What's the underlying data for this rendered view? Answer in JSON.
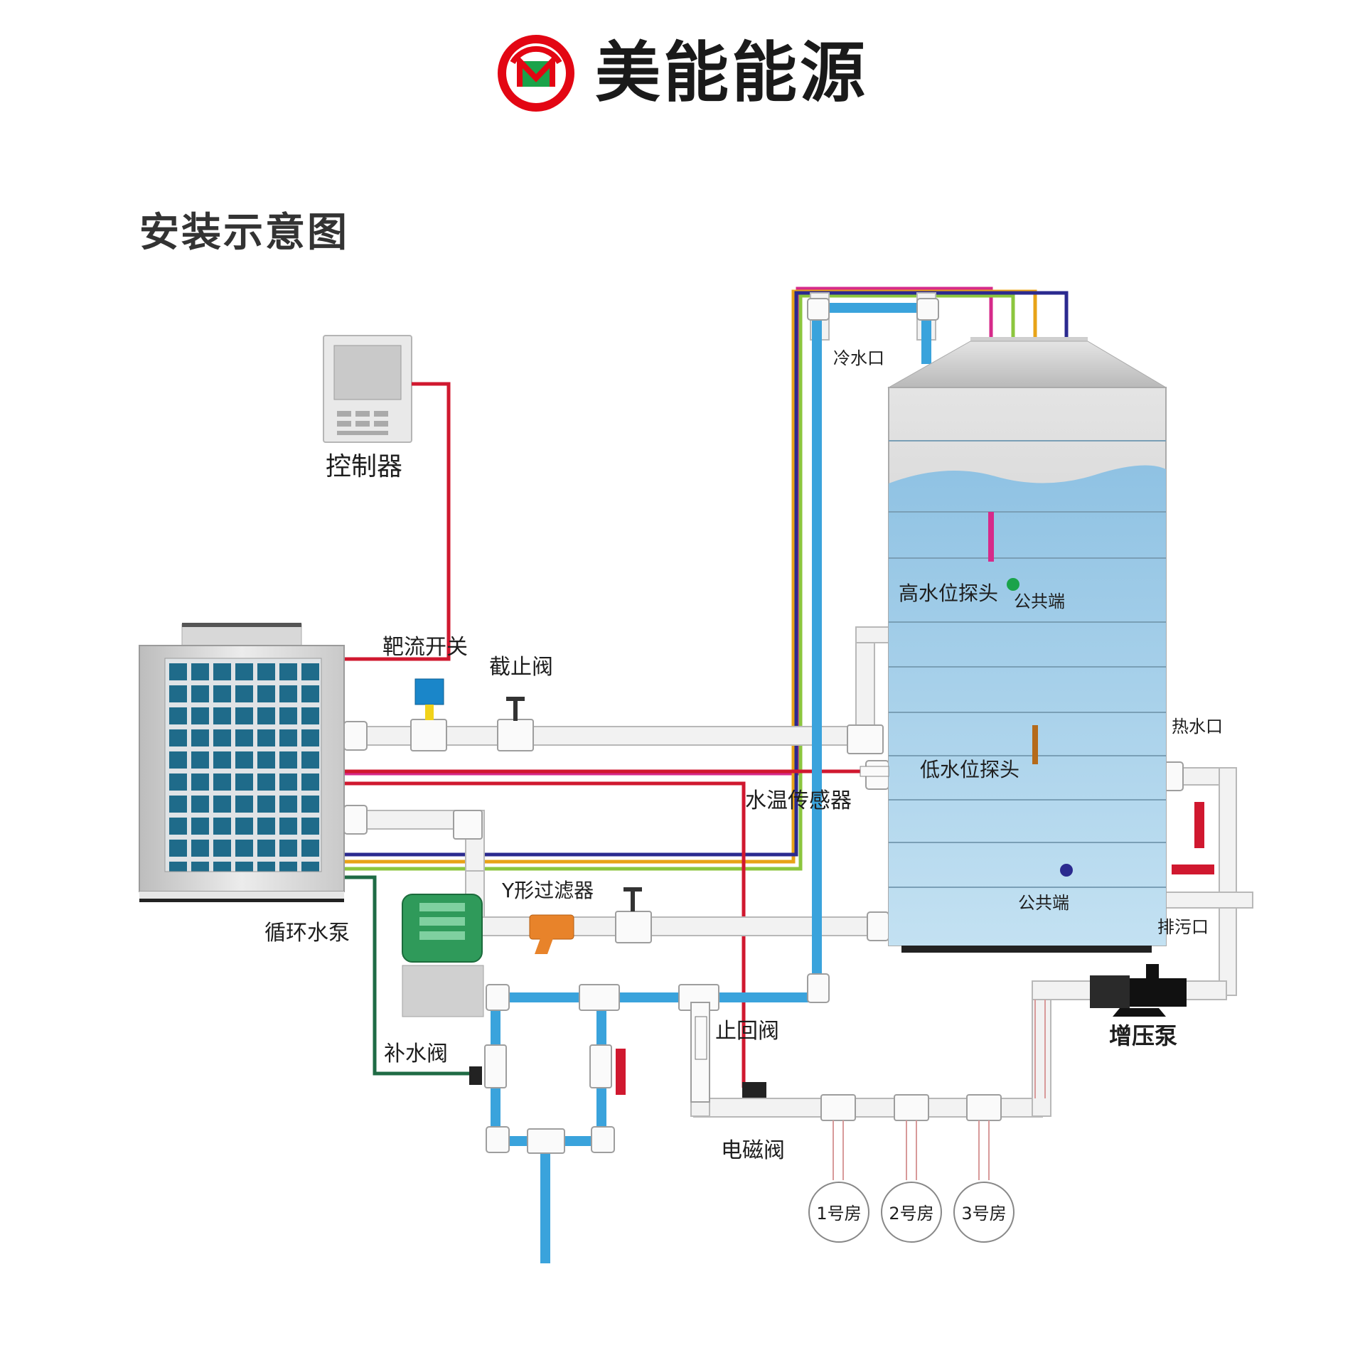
{
  "brand": {
    "name": "美能能源",
    "logo_letter": "M"
  },
  "title": "安装示意图",
  "labels": {
    "controller": "控制器",
    "flow_switch": "靶流开关",
    "stop_valve": "截止阀",
    "cold_water_inlet": "冷水口",
    "high_level_probe": "高水位探头",
    "common_end_1": "公共端",
    "low_level_probe": "低水位探头",
    "water_temp_sensor": "水温传感器",
    "hot_water_outlet": "热水口",
    "y_filter": "Y形过滤器",
    "circulation_pump": "循环水泵",
    "common_end_2": "公共端",
    "drain_outlet": "排污口",
    "check_valve": "止回阀",
    "makeup_valve": "补水阀",
    "solenoid_valve": "电磁阀",
    "booster_pump": "增压泵",
    "rooms": [
      "1号房",
      "2号房",
      "3号房"
    ]
  },
  "colors": {
    "brand_red": "#e30613",
    "brand_green": "#1aa34a",
    "wire_red": "#d0182f",
    "wire_magenta": "#d62a8a",
    "wire_green": "#8cc63e",
    "wire_orange": "#e8a317",
    "wire_navy": "#2b2a8f",
    "wire_dark_green": "#1f6b45",
    "pipe_blue": "#3aa3dc",
    "pipe_white": "#f2f2f2",
    "water": "#a9d2ea",
    "grille": "#1f6b8a"
  }
}
